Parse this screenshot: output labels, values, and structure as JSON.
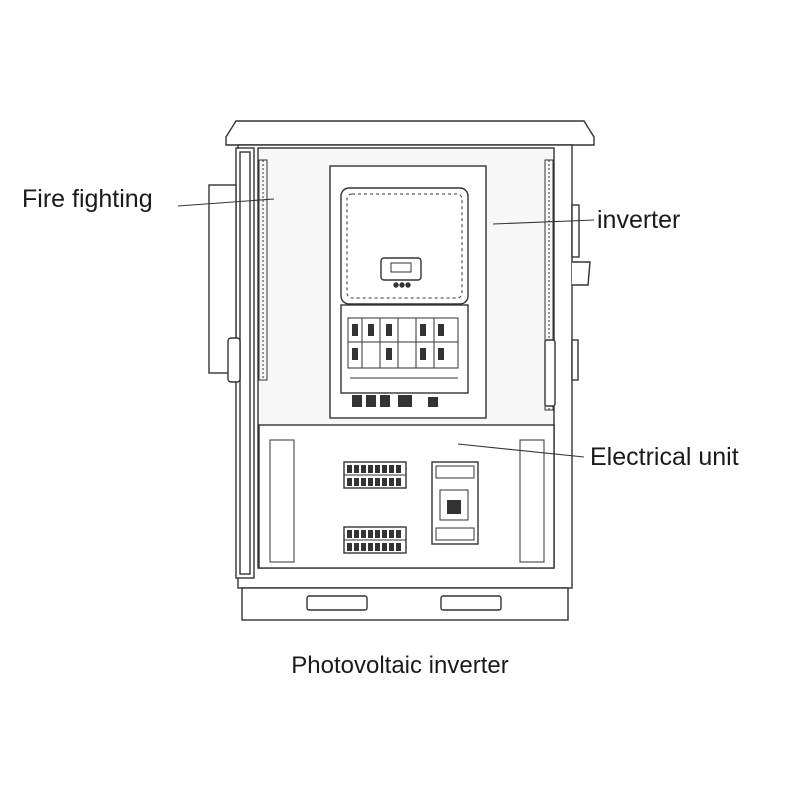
{
  "labels": {
    "fire_fighting": "Fire fighting",
    "inverter": "inverter",
    "electrical_unit": "Electrical unit"
  },
  "caption": "Photovoltaic inverter",
  "colors": {
    "line": "#333333",
    "fill": "#ffffff",
    "panel": "#f7f7f7",
    "text": "#1a1a1a"
  }
}
